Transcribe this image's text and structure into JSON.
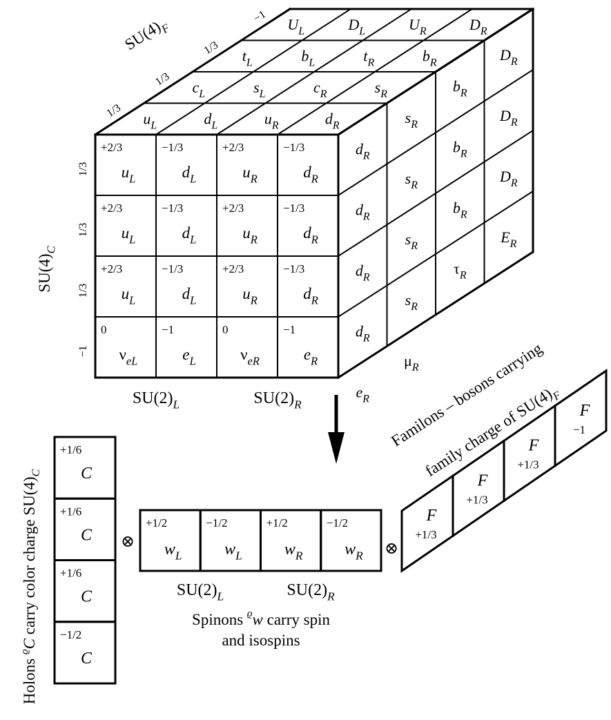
{
  "cube": {
    "front": [
      [
        {
          "c": "+2/3",
          "p": "u",
          "s": "L"
        },
        {
          "c": "−1/3",
          "p": "d",
          "s": "L"
        },
        {
          "c": "+2/3",
          "p": "u",
          "s": "R"
        },
        {
          "c": "−1/3",
          "p": "d",
          "s": "R"
        }
      ],
      [
        {
          "c": "+2/3",
          "p": "u",
          "s": "L"
        },
        {
          "c": "−1/3",
          "p": "d",
          "s": "L"
        },
        {
          "c": "+2/3",
          "p": "u",
          "s": "R"
        },
        {
          "c": "−1/3",
          "p": "d",
          "s": "R"
        }
      ],
      [
        {
          "c": "+2/3",
          "p": "u",
          "s": "L"
        },
        {
          "c": "−1/3",
          "p": "d",
          "s": "L"
        },
        {
          "c": "+2/3",
          "p": "u",
          "s": "R"
        },
        {
          "c": "−1/3",
          "p": "d",
          "s": "R"
        }
      ],
      [
        {
          "c": "0",
          "p": "ν",
          "s": "eL",
          "up": true
        },
        {
          "c": "−1",
          "p": "e",
          "s": "L"
        },
        {
          "c": "0",
          "p": "ν",
          "s": "eR",
          "up": true
        },
        {
          "c": "−1",
          "p": "e",
          "s": "R"
        }
      ]
    ],
    "top": [
      [
        {
          "p": "u",
          "s": "L"
        },
        {
          "p": "d",
          "s": "L"
        },
        {
          "p": "u",
          "s": "R"
        },
        {
          "p": "d",
          "s": "R"
        }
      ],
      [
        {
          "p": "c",
          "s": "L"
        },
        {
          "p": "s",
          "s": "L"
        },
        {
          "p": "c",
          "s": "R"
        },
        {
          "p": "s",
          "s": "R"
        }
      ],
      [
        {
          "p": "t",
          "s": "L"
        },
        {
          "p": "b",
          "s": "L"
        },
        {
          "p": "t",
          "s": "R"
        },
        {
          "p": "b",
          "s": "R"
        }
      ],
      [
        {
          "p": "U",
          "s": "L"
        },
        {
          "p": "D",
          "s": "L"
        },
        {
          "p": "U",
          "s": "R"
        },
        {
          "p": "D",
          "s": "R"
        }
      ]
    ],
    "side": [
      [
        {
          "p": "d",
          "s": "R"
        },
        {
          "p": "s",
          "s": "R"
        },
        {
          "p": "b",
          "s": "R"
        },
        {
          "p": "D",
          "s": "R"
        }
      ],
      [
        {
          "p": "d",
          "s": "R"
        },
        {
          "p": "s",
          "s": "R"
        },
        {
          "p": "b",
          "s": "R"
        },
        {
          "p": "D",
          "s": "R"
        }
      ],
      [
        {
          "p": "d",
          "s": "R"
        },
        {
          "p": "s",
          "s": "R"
        },
        {
          "p": "b",
          "s": "R"
        },
        {
          "p": "D",
          "s": "R"
        }
      ],
      [
        {
          "p": "d",
          "s": "R"
        },
        {
          "p": "s",
          "s": "R"
        },
        {
          "p": "τ",
          "s": "R",
          "up": true
        },
        {
          "p": "E",
          "s": "R"
        }
      ],
      [
        {
          "p": "e",
          "s": "R"
        },
        {
          "p": "μ",
          "s": "R",
          "up": true
        }
      ]
    ],
    "row_charges": [
      "1/3",
      "1/3",
      "1/3",
      "−1"
    ],
    "family_charges": [
      "1/3",
      "1/3",
      "1/3",
      "−1"
    ],
    "axis_family": {
      "main": "SU(4)",
      "sub": "F"
    },
    "axis_color": {
      "main": "SU(4)",
      "sub": "C"
    },
    "bottom_labels": [
      {
        "main": "SU(2)",
        "sub": "L"
      },
      {
        "main": "SU(2)",
        "sub": "R"
      }
    ]
  },
  "holons": {
    "cells": [
      {
        "c": "+1/6",
        "p": "C"
      },
      {
        "c": "+1/6",
        "p": "C"
      },
      {
        "c": "+1/6",
        "p": "C"
      },
      {
        "c": "−1/2",
        "p": "C"
      }
    ],
    "caption": {
      "pre": "Holons ",
      "sup": "ϱ",
      "sym": "C",
      "post": " carry color charge SU(4)",
      "sub": "C"
    }
  },
  "spinons": {
    "cells": [
      {
        "c": "+1/2",
        "p": "w",
        "s": "L"
      },
      {
        "c": "−1/2",
        "p": "w",
        "s": "L"
      },
      {
        "c": "+1/2",
        "p": "w",
        "s": "R"
      },
      {
        "c": "−1/2",
        "p": "w",
        "s": "R"
      }
    ],
    "labels": [
      {
        "main": "SU(2)",
        "sub": "L"
      },
      {
        "main": "SU(2)",
        "sub": "R"
      }
    ],
    "caption_line1": {
      "pre": "Spinons ",
      "sup": "ϱ",
      "sym": "w",
      "post": " carry spin"
    },
    "caption_line2": "and isospins"
  },
  "familons": {
    "cells": [
      {
        "c": "+1/3",
        "p": "F"
      },
      {
        "c": "+1/3",
        "p": "F"
      },
      {
        "c": "+1/3",
        "p": "F"
      },
      {
        "c": "−1",
        "p": "F"
      }
    ],
    "caption_line1": "Familons – bosons carrying",
    "caption_line2": {
      "pre": "family charge of ",
      "main": "SU(4)",
      "sub": "F"
    }
  },
  "operators": {
    "tensor": "⊗"
  }
}
